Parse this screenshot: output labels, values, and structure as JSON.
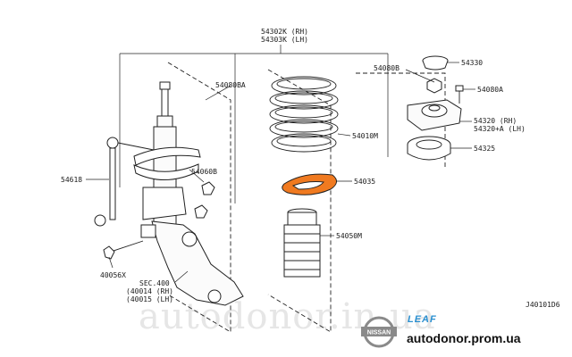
{
  "diagram": {
    "labels": {
      "strut": [
        "54302K (RH)",
        "54303K (LH)"
      ],
      "bracket_bolt": "54080BA",
      "mount_cap": "54330",
      "mount_nut": "54080B",
      "mount_bolt": "54080A",
      "upper_mount": [
        "54320 (RH)",
        "54320+A (LH)"
      ],
      "bearing": "54325",
      "coil_spring": "54010M",
      "spring_seat": "54035",
      "bump_boot": "54050M",
      "lower_nut": "54060B",
      "stabilizer_link": "54618",
      "lower_bolt": "40056X",
      "knuckle_ref": [
        "SEC.400",
        "(40014 (RH)",
        "(40015 (LH)"
      ],
      "drawing_number": "J40101D6"
    },
    "highlight_color": "#f07a20",
    "watermark": "autodonor.in.ua",
    "brand": {
      "logo_text": "NISSAN",
      "model": "LEAF",
      "site": "autodonor.prom.ua"
    }
  }
}
